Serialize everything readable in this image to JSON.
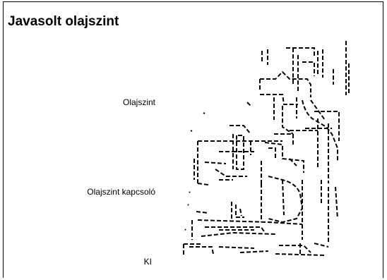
{
  "page": {
    "title": "Javasolt olajszint"
  },
  "labels": {
    "oil_level": "Olajszint",
    "oil_level_switch": "Olajszint kapcsoló",
    "off": "KI"
  },
  "colors": {
    "text": "#000000",
    "background": "#ffffff",
    "line_art": "#000000"
  }
}
